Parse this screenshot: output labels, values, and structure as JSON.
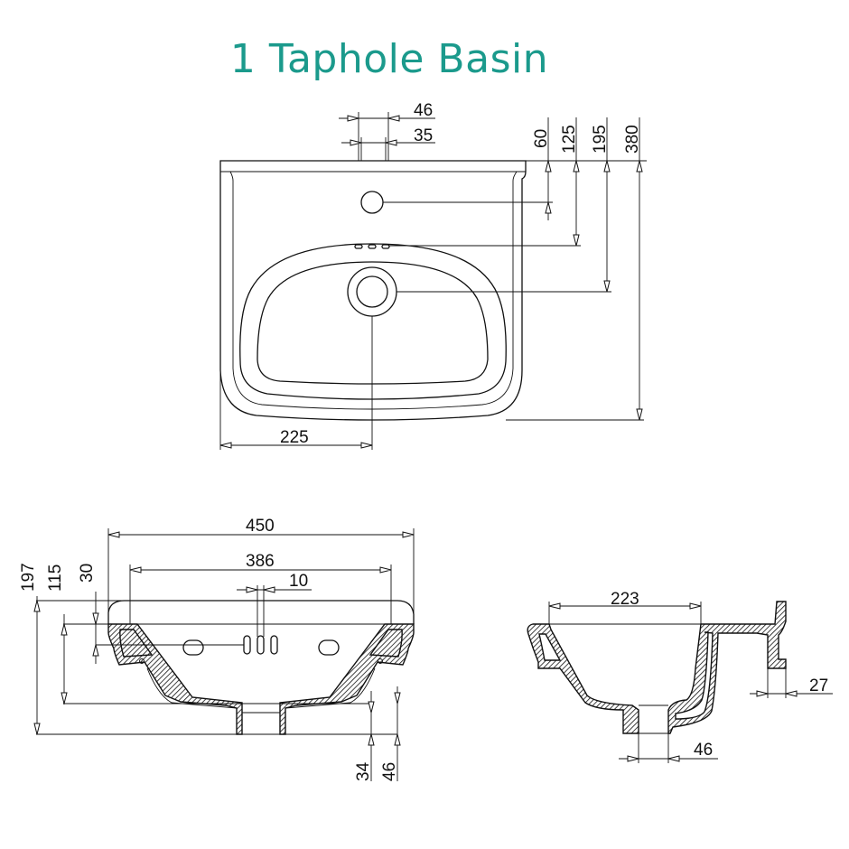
{
  "title": "1 Taphole Basin",
  "top_view": {
    "dims": {
      "tap_outer": "46",
      "tap_inner": "35",
      "d60": "60",
      "d125": "125",
      "d195": "195",
      "d380": "380",
      "d225": "225"
    }
  },
  "front_section": {
    "dims": {
      "width": "450",
      "inner_width": "386",
      "slot": "10",
      "height": "197",
      "bowl_height": "115",
      "rim": "30",
      "d34": "34",
      "d46": "46"
    }
  },
  "side_section": {
    "dims": {
      "depth": "223",
      "waste": "46",
      "wall": "27"
    }
  },
  "colors": {
    "title": "#1b9a8c",
    "line": "#111111"
  }
}
